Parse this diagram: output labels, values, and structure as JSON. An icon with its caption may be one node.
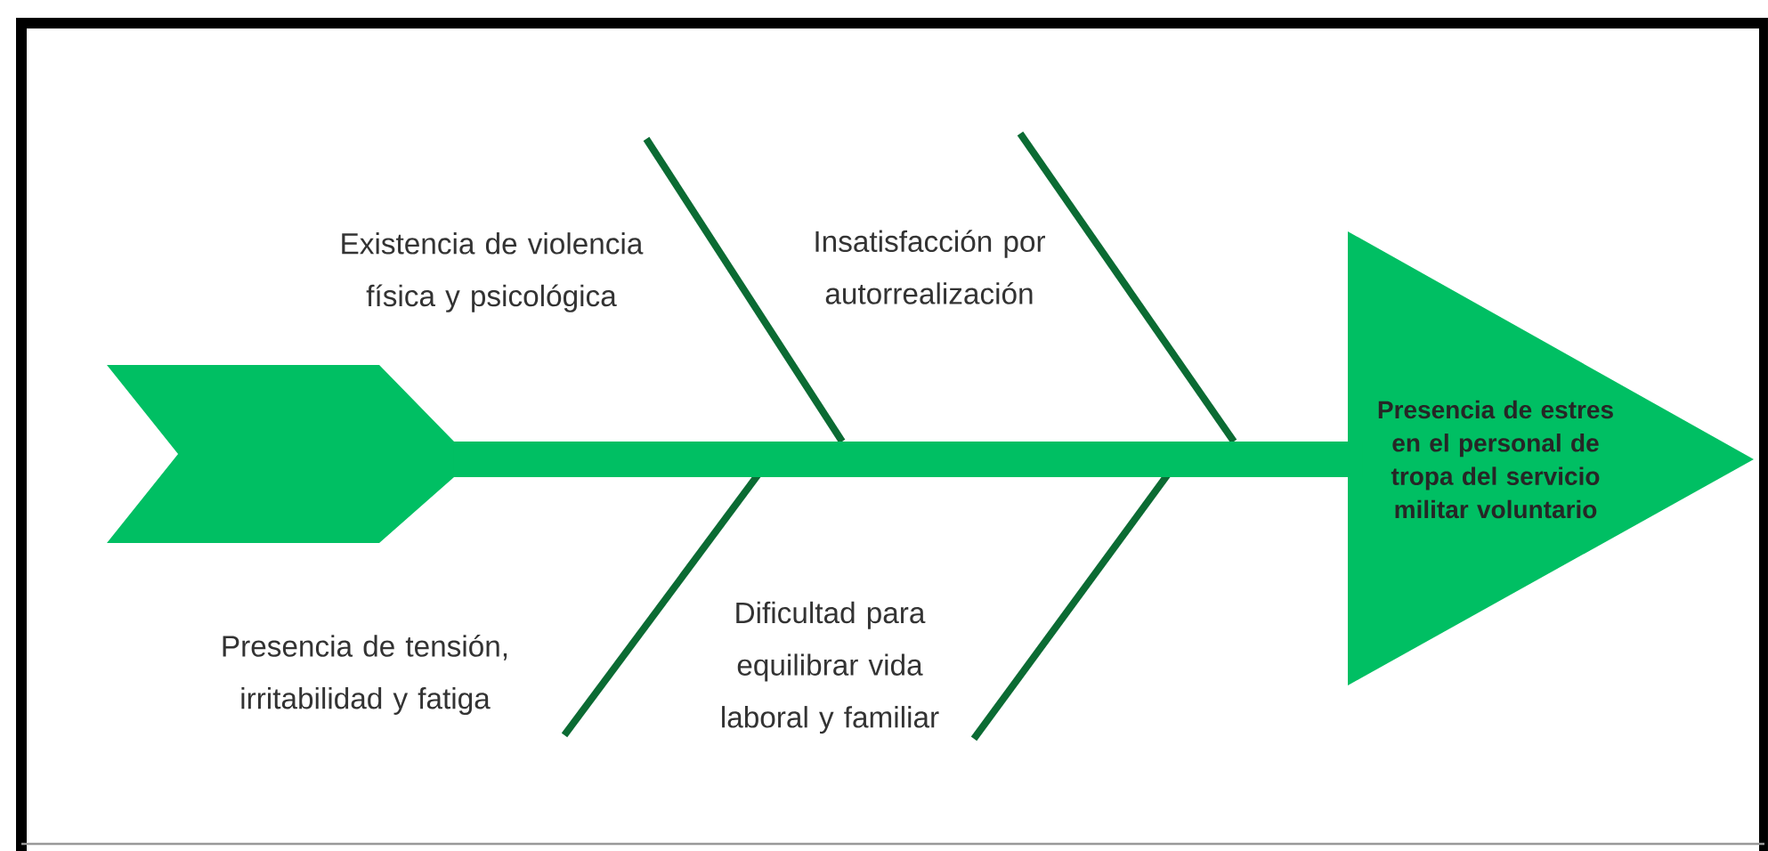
{
  "diagram": {
    "nodes": [
      {
        "text": [],
        "shape": "chevron"
      },
      {
        "text": [
          "Presencia de estres en el personal de tropa del servicio militar voluntario"
        ]
      }
    ],
    "edges": [
      {
        "from": 0,
        "to": 1,
        "arrow": "none"
      }
    ],
    "labels": [
      "Existencia de violencia física y psicológica",
      "Insatisfacción por autorrealización",
      "Presencia de tensión, irritabilidad y fatiga",
      "Dificultad para equilibrar vida laboral y familiar"
    ]
  }
}
